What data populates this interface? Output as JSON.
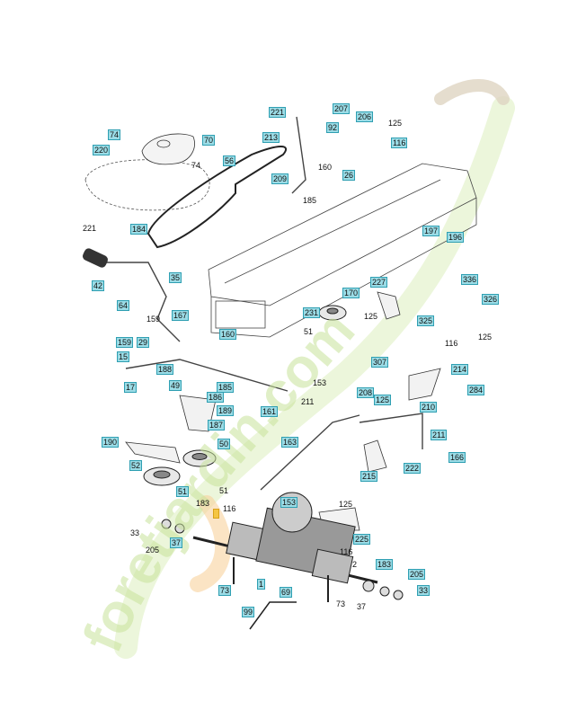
{
  "title": "Lawn tractor drive / transaxle exploded parts diagram",
  "watermark": "foretjardin.com",
  "colors": {
    "label_box": "#9bdce6",
    "label_border": "#2f9fb2",
    "watermark_green": "#c8e39a",
    "watermark_orange": "#f6c98a",
    "watermark_beige": "#d9cdb8"
  },
  "labels": [
    {
      "text": "221",
      "boxed": true
    },
    {
      "text": "213",
      "boxed": true
    },
    {
      "text": "207",
      "boxed": true
    },
    {
      "text": "206",
      "boxed": true
    },
    {
      "text": "125",
      "boxed": false
    },
    {
      "text": "92",
      "boxed": true
    },
    {
      "text": "116",
      "boxed": true
    },
    {
      "text": "160",
      "boxed": false
    },
    {
      "text": "26",
      "boxed": true
    },
    {
      "text": "209",
      "boxed": true
    },
    {
      "text": "185",
      "boxed": false
    },
    {
      "text": "74",
      "boxed": true
    },
    {
      "text": "70",
      "boxed": true
    },
    {
      "text": "220",
      "boxed": true
    },
    {
      "text": "74",
      "boxed": false
    },
    {
      "text": "56",
      "boxed": true
    },
    {
      "text": "221",
      "boxed": false
    },
    {
      "text": "184",
      "boxed": true
    },
    {
      "text": "197",
      "boxed": true
    },
    {
      "text": "196",
      "boxed": true
    },
    {
      "text": "42",
      "boxed": true
    },
    {
      "text": "35",
      "boxed": true
    },
    {
      "text": "64",
      "boxed": true
    },
    {
      "text": "159",
      "boxed": false
    },
    {
      "text": "167",
      "boxed": true
    },
    {
      "text": "160",
      "boxed": true
    },
    {
      "text": "159",
      "boxed": true
    },
    {
      "text": "29",
      "boxed": true
    },
    {
      "text": "15",
      "boxed": true
    },
    {
      "text": "188",
      "boxed": true
    },
    {
      "text": "17",
      "boxed": true
    },
    {
      "text": "49",
      "boxed": true
    },
    {
      "text": "185",
      "boxed": true
    },
    {
      "text": "186",
      "boxed": true
    },
    {
      "text": "189",
      "boxed": true
    },
    {
      "text": "161",
      "boxed": true
    },
    {
      "text": "187",
      "boxed": true
    },
    {
      "text": "190",
      "boxed": true
    },
    {
      "text": "50",
      "boxed": true
    },
    {
      "text": "163",
      "boxed": true
    },
    {
      "text": "52",
      "boxed": true
    },
    {
      "text": "51",
      "boxed": true
    },
    {
      "text": "51",
      "boxed": false
    },
    {
      "text": "227",
      "boxed": true
    },
    {
      "text": "170",
      "boxed": true
    },
    {
      "text": "231",
      "boxed": true
    },
    {
      "text": "51",
      "boxed": false
    },
    {
      "text": "125",
      "boxed": false
    },
    {
      "text": "325",
      "boxed": true
    },
    {
      "text": "336",
      "boxed": true
    },
    {
      "text": "326",
      "boxed": true
    },
    {
      "text": "116",
      "boxed": false
    },
    {
      "text": "125",
      "boxed": false
    },
    {
      "text": "307",
      "boxed": true
    },
    {
      "text": "214",
      "boxed": true
    },
    {
      "text": "284",
      "boxed": true
    },
    {
      "text": "153",
      "boxed": false
    },
    {
      "text": "208",
      "boxed": true
    },
    {
      "text": "211",
      "boxed": false
    },
    {
      "text": "125",
      "boxed": true
    },
    {
      "text": "210",
      "boxed": true
    },
    {
      "text": "211",
      "boxed": true
    },
    {
      "text": "166",
      "boxed": true
    },
    {
      "text": "222",
      "boxed": true
    },
    {
      "text": "215",
      "boxed": true
    },
    {
      "text": "153",
      "boxed": true
    },
    {
      "text": "125",
      "boxed": false
    },
    {
      "text": "225",
      "boxed": true
    },
    {
      "text": "183",
      "boxed": false
    },
    {
      "text": "116",
      "boxed": false
    },
    {
      "text": "33",
      "boxed": false
    },
    {
      "text": "37",
      "boxed": true
    },
    {
      "text": "205",
      "boxed": false
    },
    {
      "text": "116",
      "boxed": false
    },
    {
      "text": "183",
      "boxed": true
    },
    {
      "text": "2",
      "boxed": false
    },
    {
      "text": "205",
      "boxed": true
    },
    {
      "text": "33",
      "boxed": true
    },
    {
      "text": "73",
      "boxed": true
    },
    {
      "text": "1",
      "boxed": true
    },
    {
      "text": "69",
      "boxed": true
    },
    {
      "text": "73",
      "boxed": false
    },
    {
      "text": "37",
      "boxed": false
    },
    {
      "text": "99",
      "boxed": true
    }
  ]
}
